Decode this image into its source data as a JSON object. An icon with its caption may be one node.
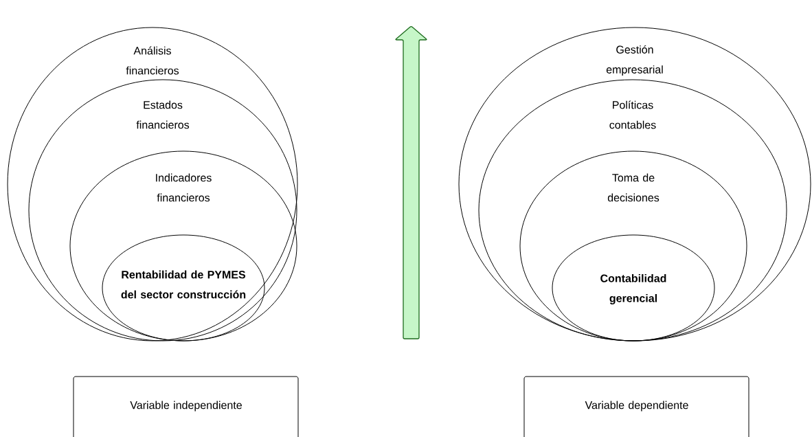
{
  "diagram": {
    "nodes": [
      {
        "text": [
          "Análisis financieros"
        ]
      },
      {
        "text": [
          "Estados financieros"
        ],
        "in": 0
      },
      {
        "text": [
          "Indicadores financieros"
        ],
        "in": 1
      },
      {
        "text": [
          "Rentabilidad de PYMES del sector construcción"
        ],
        "in": 2
      },
      {
        "text": [
          "Gestión empresarial"
        ]
      },
      {
        "text": [
          "Políticas contables"
        ],
        "in": 4
      },
      {
        "text": [
          "Toma de decisiones"
        ],
        "in": 5
      },
      {
        "text": [
          "Contabilidad gerencial"
        ],
        "in": 6
      },
      {
        "text": [
          "Variable independiente"
        ]
      },
      {
        "text": [
          "Variable dependiente"
        ]
      }
    ]
  }
}
